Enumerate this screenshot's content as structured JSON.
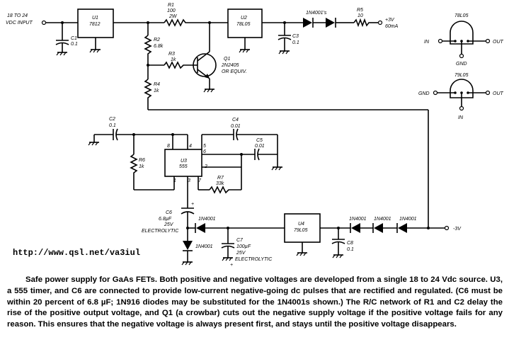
{
  "labels": {
    "input": [
      "18 TO 24",
      "VDC INPUT"
    ],
    "c1": [
      "C1",
      "0.1"
    ],
    "u1": [
      "U1",
      "7812"
    ],
    "r1": [
      "R1",
      "100",
      "2W"
    ],
    "u2": [
      "U2",
      "78L05"
    ],
    "d_top": "1N4001's",
    "r5": [
      "R5",
      "10"
    ],
    "out_pos": [
      "+3V",
      "60mA"
    ],
    "c3": [
      "C3",
      "0.1"
    ],
    "r2": [
      "R2",
      "6.8k"
    ],
    "r3": [
      "R3",
      "1k"
    ],
    "q1": [
      "Q1",
      "2N2405",
      "OR EQUIV."
    ],
    "r4": [
      "R4",
      "1k"
    ],
    "c2": [
      "C2",
      "0.1"
    ],
    "c4": [
      "C4",
      "0.01"
    ],
    "c5": [
      "C5",
      "0.01"
    ],
    "u3": [
      "U3",
      "555"
    ],
    "pins": [
      "8",
      "4",
      "5",
      "6",
      "2",
      "1",
      "3",
      "7"
    ],
    "r6": [
      "R6",
      "1k"
    ],
    "r7": [
      "R7",
      "33k"
    ],
    "c6": [
      "C6",
      "6.8µF",
      "25V",
      "ELECTROLYTIC"
    ],
    "d_mid": "1N4001",
    "d_low": "1N4001",
    "c7": [
      "C7",
      "100µF",
      "25V",
      "ELECTROLYTIC"
    ],
    "u4": [
      "U4",
      "79L05"
    ],
    "c8": [
      "C8",
      "0.1"
    ],
    "d_right": [
      "1N4001",
      "1N4001",
      "1N4001"
    ],
    "out_neg": "-3V",
    "pkg1": [
      "78L05",
      "IN",
      "OUT",
      "GND"
    ],
    "pkg2": [
      "79L05",
      "GND",
      "OUT",
      "IN"
    ],
    "plus": "+"
  },
  "url": "http://www.qsl.net/va3iul",
  "caption": "Safe power supply for GaAs FETs. Both positive and negative voltages are developed from a single 18 to 24 Vdc source. U3, a 555 timer, and C6 are connected to provide low-current negative-going dc pulses that are rectified and regulated. (C6 must be within 20 percent of 6.8 µF; 1N916 diodes may be substituted for the 1N4001s shown.) The R/C network of R1 and C2 delay the rise of the positive output voltage, and Q1 (a crowbar) cuts out the negative supply voltage if the positive voltage fails for any reason. This ensures that the negative voltage is always present first, and stays until the positive voltage disappears."
}
